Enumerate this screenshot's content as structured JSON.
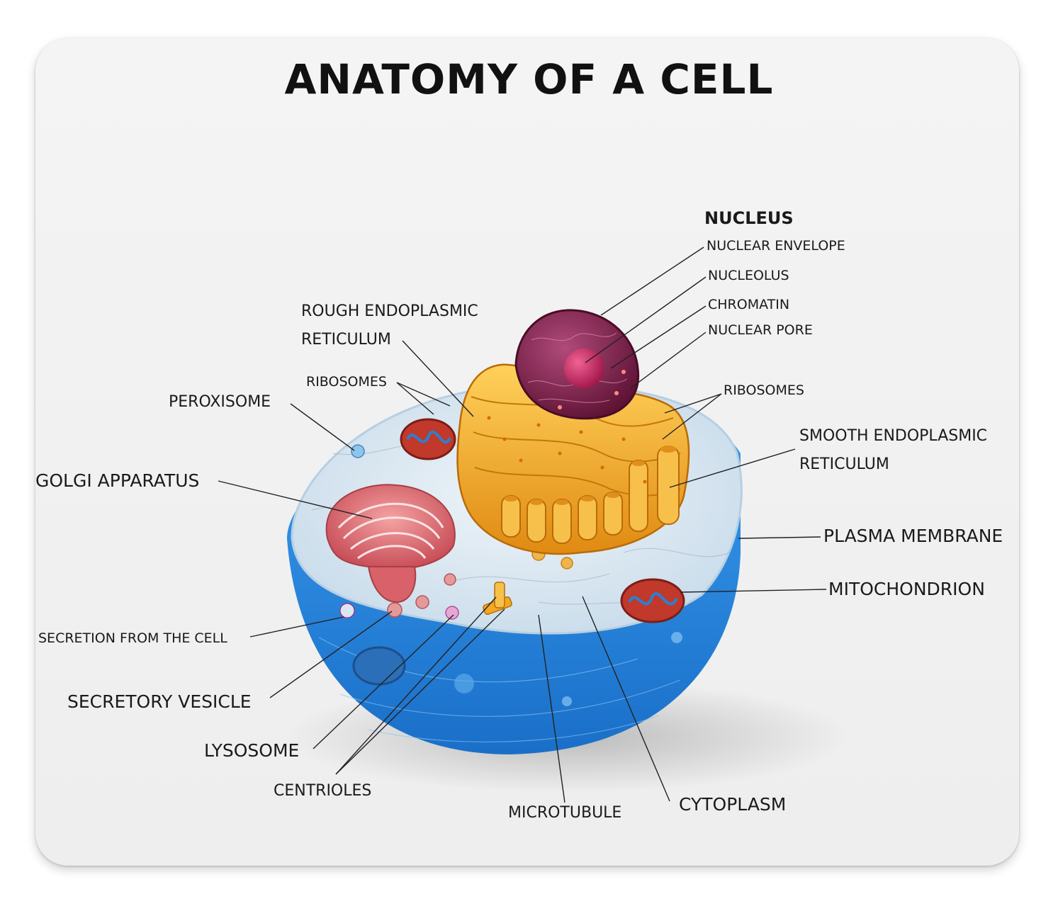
{
  "title": "ANATOMY OF A CELL",
  "labels": {
    "nucleus": "NUCLEUS",
    "nuclear_envelope": "NUCLEAR ENVELOPE",
    "nucleolus": "NUCLEOLUS",
    "chromatin": "CHROMATIN",
    "nuclear_pore": "NUCLEAR PORE",
    "rough_er_line1": "ROUGH ENDOPLASMIC",
    "rough_er_line2": "RETICULUM",
    "ribosomes_left": "RIBOSOMES",
    "ribosomes_right": "RIBOSOMES",
    "peroxisome": "PEROXISOME",
    "smooth_er_line1": "SMOOTH ENDOPLASMIC",
    "smooth_er_line2": "RETICULUM",
    "golgi": "GOLGI APPARATUS",
    "plasma_membrane": "PLASMA MEMBRANE",
    "mitochondrion": "MITOCHONDRION",
    "secretion": "SECRETION FROM THE CELL",
    "secretory_vesicle": "SECRETORY VESICLE",
    "lysosome": "LYSOSOME",
    "centrioles": "CENTRIOLES",
    "microtubule": "MICROTUBULE",
    "cytoplasm": "CYTOPLASM"
  },
  "colors": {
    "cell_outer": "#2f8fe0",
    "cytoplasm_surface": "#dde8f0",
    "nucleus": "#7a1f4a",
    "nucleolus": "#c2185b",
    "endoplasmic_reticulum": "#f2a825",
    "golgi": "#d9616a",
    "mitochondrion": "#c0392b"
  }
}
